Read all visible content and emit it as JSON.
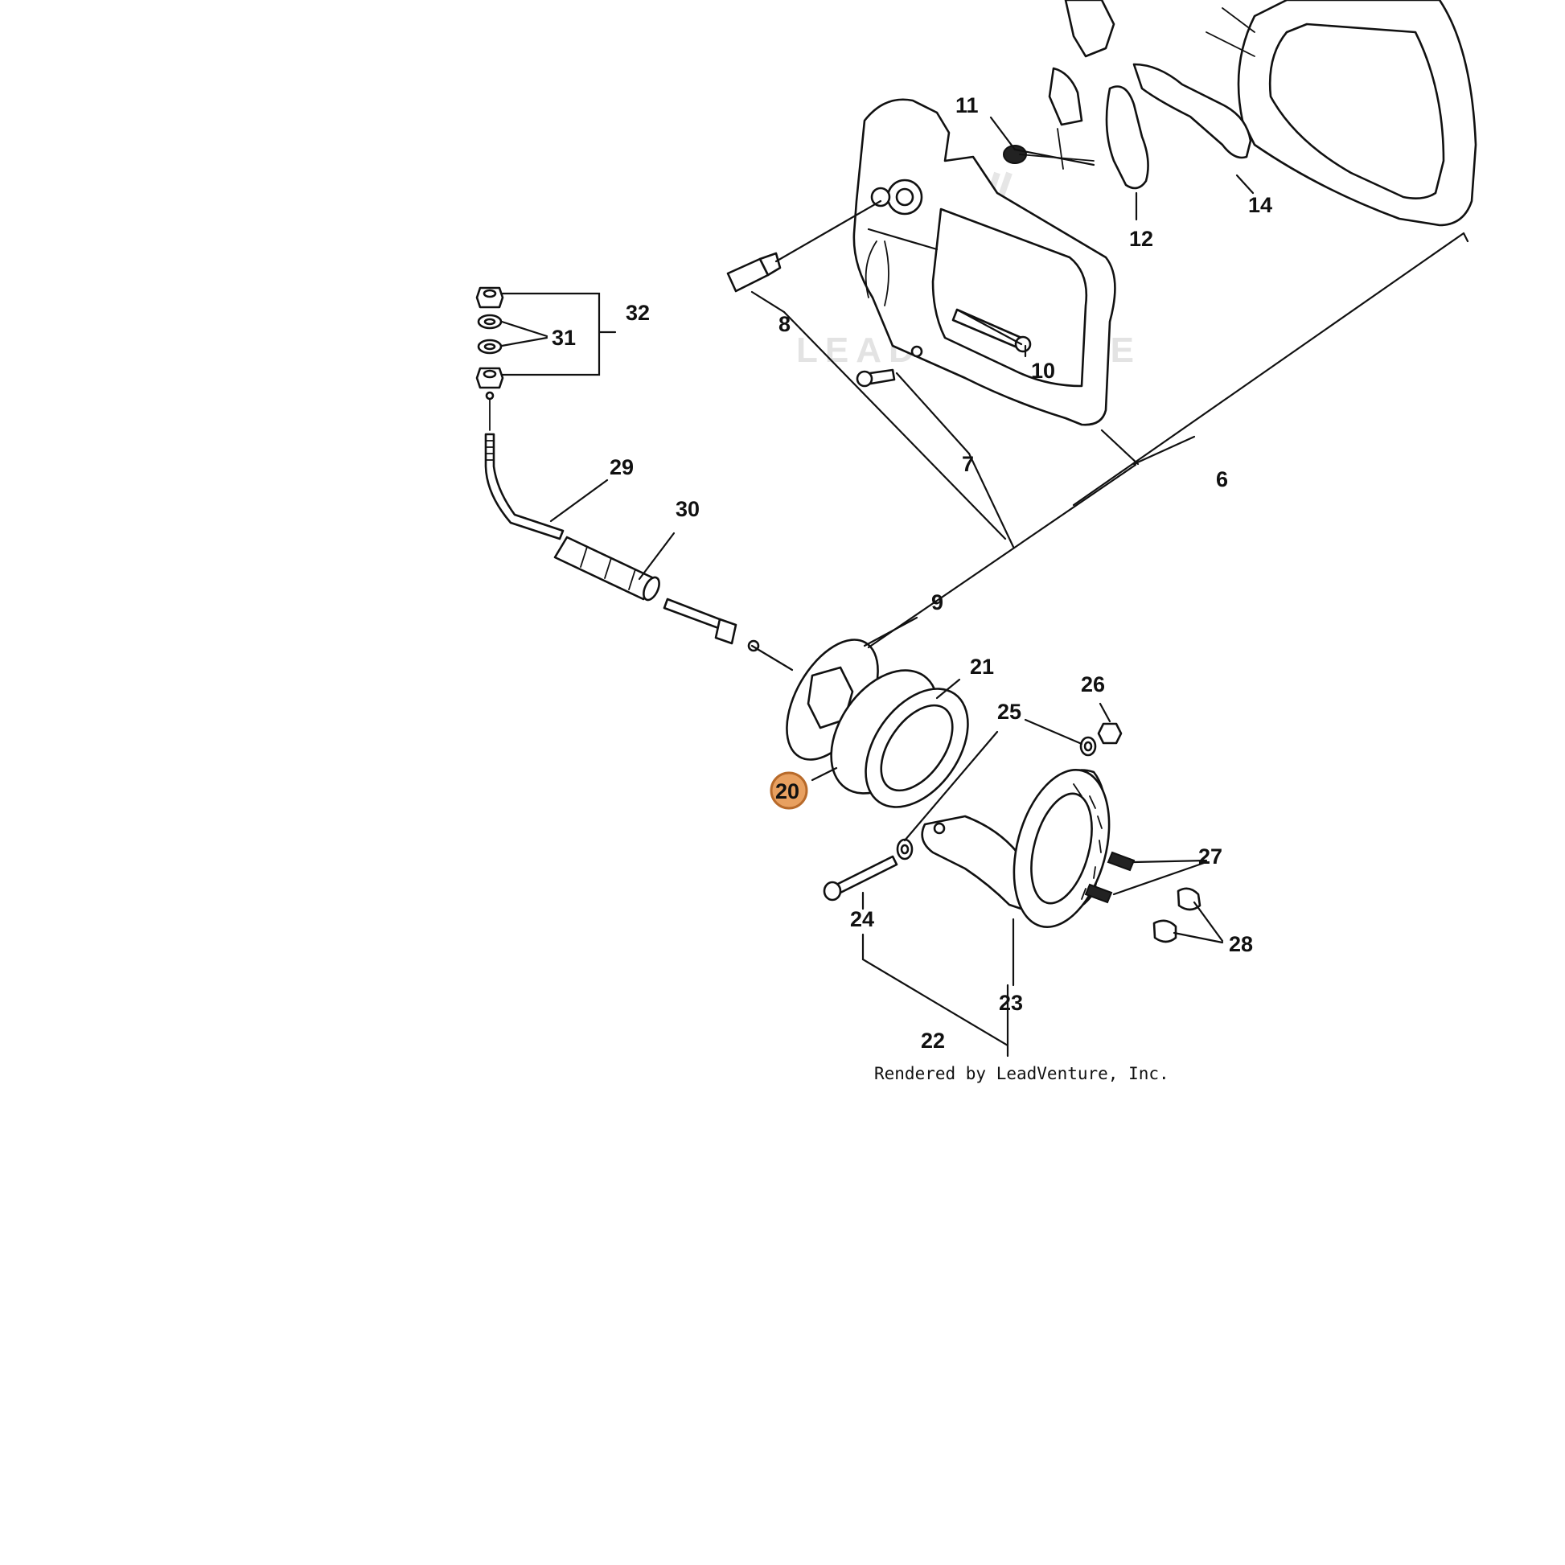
{
  "diagram": {
    "watermark_text": "LEADVENTURE",
    "credit": "Rendered by LeadVenture, Inc.",
    "highlight_color": "#e8a060",
    "callouts": [
      {
        "id": "c6",
        "label": "6"
      },
      {
        "id": "c7",
        "label": "7"
      },
      {
        "id": "c8",
        "label": "8"
      },
      {
        "id": "c9",
        "label": "9"
      },
      {
        "id": "c10",
        "label": "10"
      },
      {
        "id": "c11",
        "label": "11"
      },
      {
        "id": "c12",
        "label": "12"
      },
      {
        "id": "c14",
        "label": "14"
      },
      {
        "id": "c20",
        "label": "20",
        "highlighted": true
      },
      {
        "id": "c21",
        "label": "21"
      },
      {
        "id": "c22",
        "label": "22"
      },
      {
        "id": "c23",
        "label": "23"
      },
      {
        "id": "c24",
        "label": "24"
      },
      {
        "id": "c25",
        "label": "25"
      },
      {
        "id": "c26",
        "label": "26"
      },
      {
        "id": "c27",
        "label": "27"
      },
      {
        "id": "c28",
        "label": "28"
      },
      {
        "id": "c29",
        "label": "29"
      },
      {
        "id": "c30",
        "label": "30"
      },
      {
        "id": "c31",
        "label": "31"
      },
      {
        "id": "c32",
        "label": "32"
      }
    ]
  }
}
